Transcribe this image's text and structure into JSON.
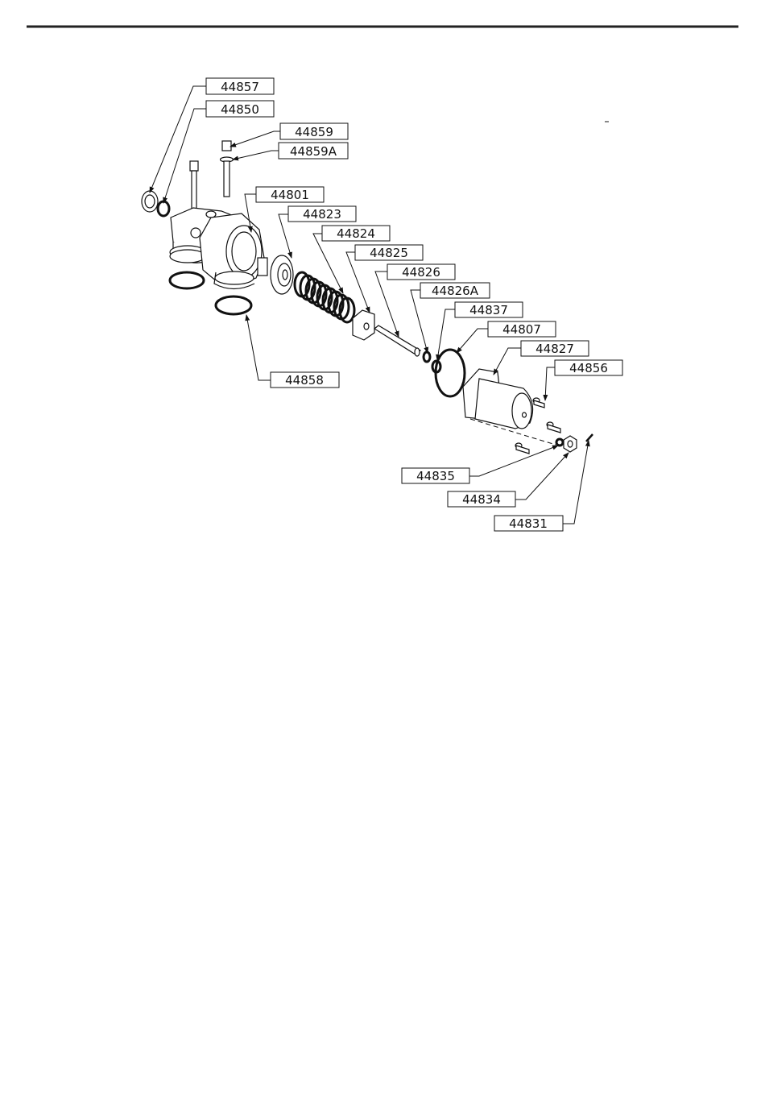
{
  "parts": {
    "p44857": "44857",
    "p44850": "44850",
    "p44859": "44859",
    "p44859A": "44859A",
    "p44801": "44801",
    "p44823": "44823",
    "p44824": "44824",
    "p44825": "44825",
    "p44826": "44826",
    "p44826A": "44826A",
    "p44837": "44837",
    "p44807": "44807",
    "p44827": "44827",
    "p44856": "44856",
    "p44858": "44858",
    "p44835": "44835",
    "p44834": "44834",
    "p44831": "44831"
  },
  "colors": {
    "line": "#111111",
    "background": "#ffffff"
  }
}
